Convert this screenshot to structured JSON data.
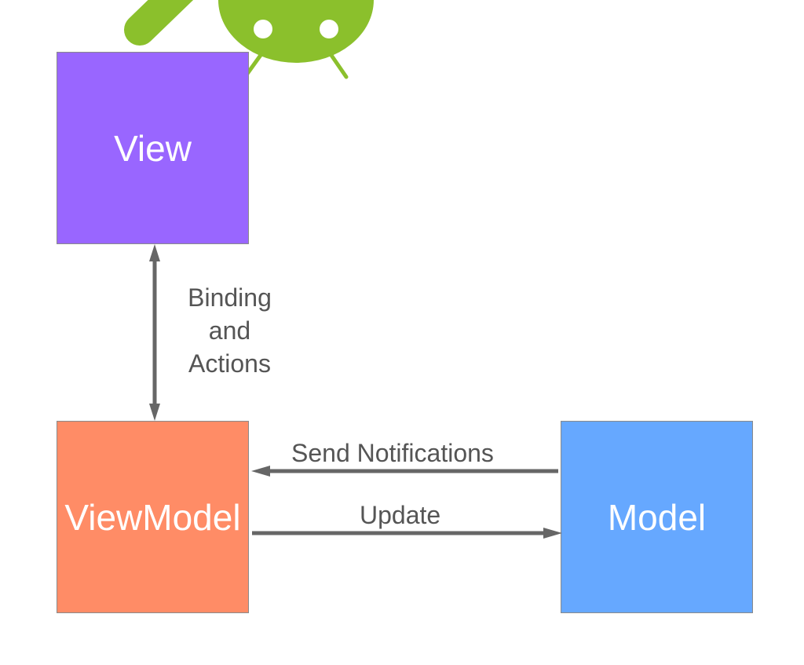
{
  "colors": {
    "view": "#9966ff",
    "viewmodel": "#ff8c66",
    "model": "#66a8ff",
    "android": "#8bc02c",
    "arrow": "#666666",
    "label": "#555555"
  },
  "icons": {
    "logo": "android-robot-logo"
  },
  "boxes": {
    "view": {
      "label": "View"
    },
    "viewmodel": {
      "label": "ViewModel"
    },
    "model": {
      "label": "Model"
    }
  },
  "edges": {
    "binding": {
      "lines": [
        "Binding",
        "and",
        "Actions"
      ]
    },
    "notifications": {
      "label": "Send Notifications"
    },
    "update": {
      "label": "Update"
    }
  }
}
